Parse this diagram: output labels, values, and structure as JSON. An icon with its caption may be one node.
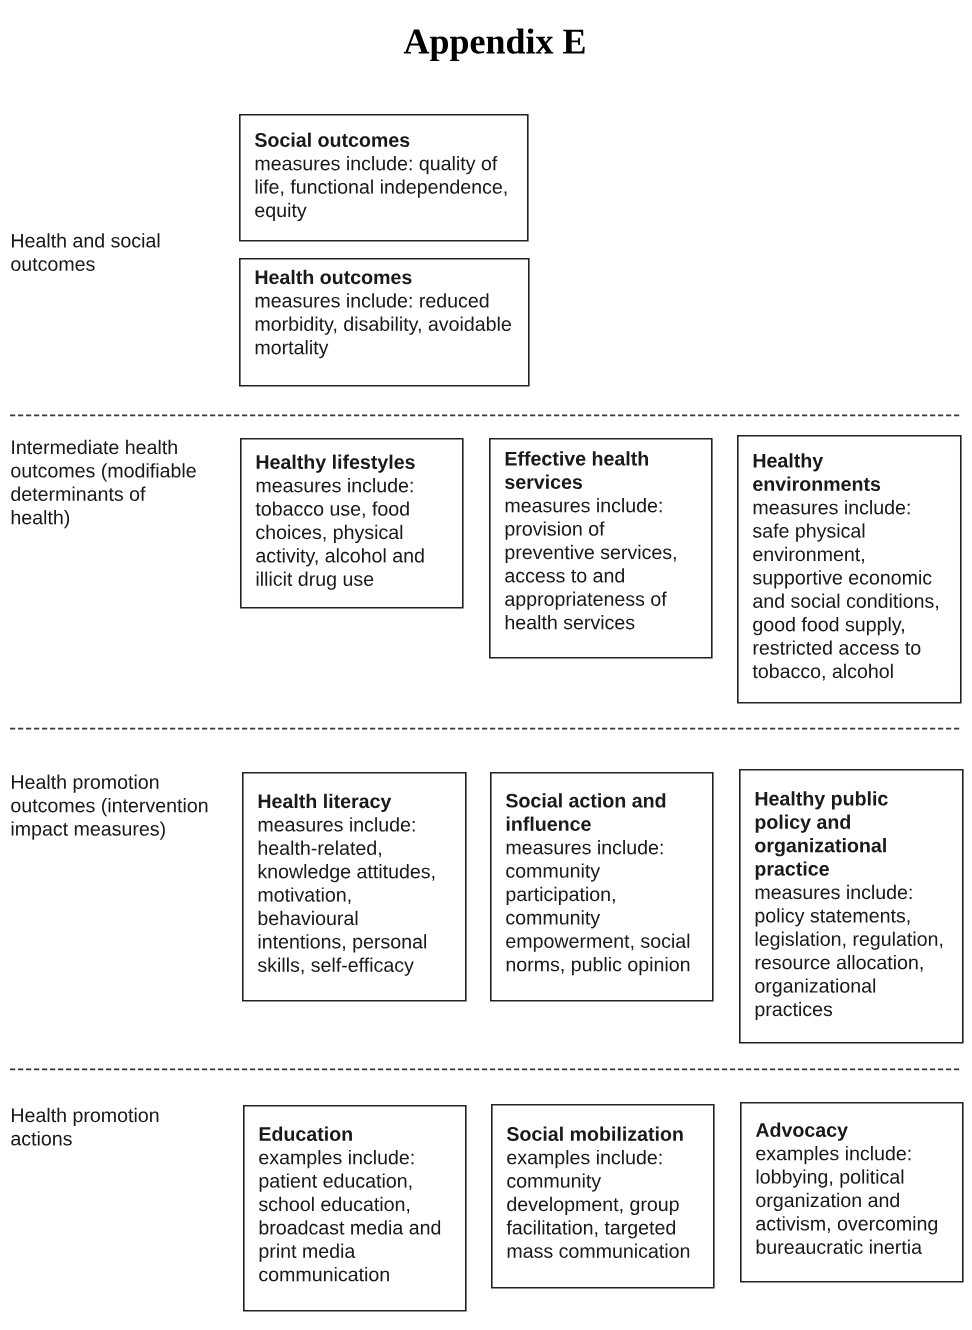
{
  "diagram": {
    "title": "Appendix E",
    "nodes": [
      {
        "text": [
          "Social outcomes",
          "measures include: quality of life, functional independence, equity"
        ]
      },
      {
        "text": [
          "Health outcomes",
          "measures include: reduced morbidity, disability, avoidable mortality"
        ]
      },
      {
        "text": [
          "Healthy lifestyles",
          "measures include: tobacco use, food choices, physical activity, alcohol and illicit drug use"
        ]
      },
      {
        "text": [
          "Effective health services",
          "measures include: provision of preventive services, access to and appropriateness of health services"
        ]
      },
      {
        "text": [
          "Healthy environments",
          "measures include: safe physical environment, supportive economic and social conditions, good food supply, restricted access to tobacco, alcohol"
        ]
      },
      {
        "text": [
          "Health literacy",
          "measures include: health-related, knowledge attitudes, motivation, behavioural intentions, personal skills, self-efficacy"
        ]
      },
      {
        "text": [
          "Social action and influence",
          "measures include: community participation, community empowerment, social norms, public opinion"
        ]
      },
      {
        "text": [
          "Healthy public policy and organizational practice",
          "measures include: policy statements, legislation, regulation, resource allocation, organizational practices"
        ]
      },
      {
        "text": [
          "Education",
          "examples include: patient education, school education, broadcast media and print media communication"
        ]
      },
      {
        "text": [
          "Social mobilization",
          "examples include: community development, group facilitation, targeted mass communication"
        ]
      },
      {
        "text": [
          "Advocacy",
          "examples include: lobbying, political organization and activism, overcoming bureaucratic inertia"
        ]
      }
    ],
    "labels": [
      "Health and social outcomes",
      "Intermediate health outcomes (modifiable determinants of health)",
      "Health promotion outcomes (intervention impact measures)",
      "Health promotion actions"
    ]
  }
}
